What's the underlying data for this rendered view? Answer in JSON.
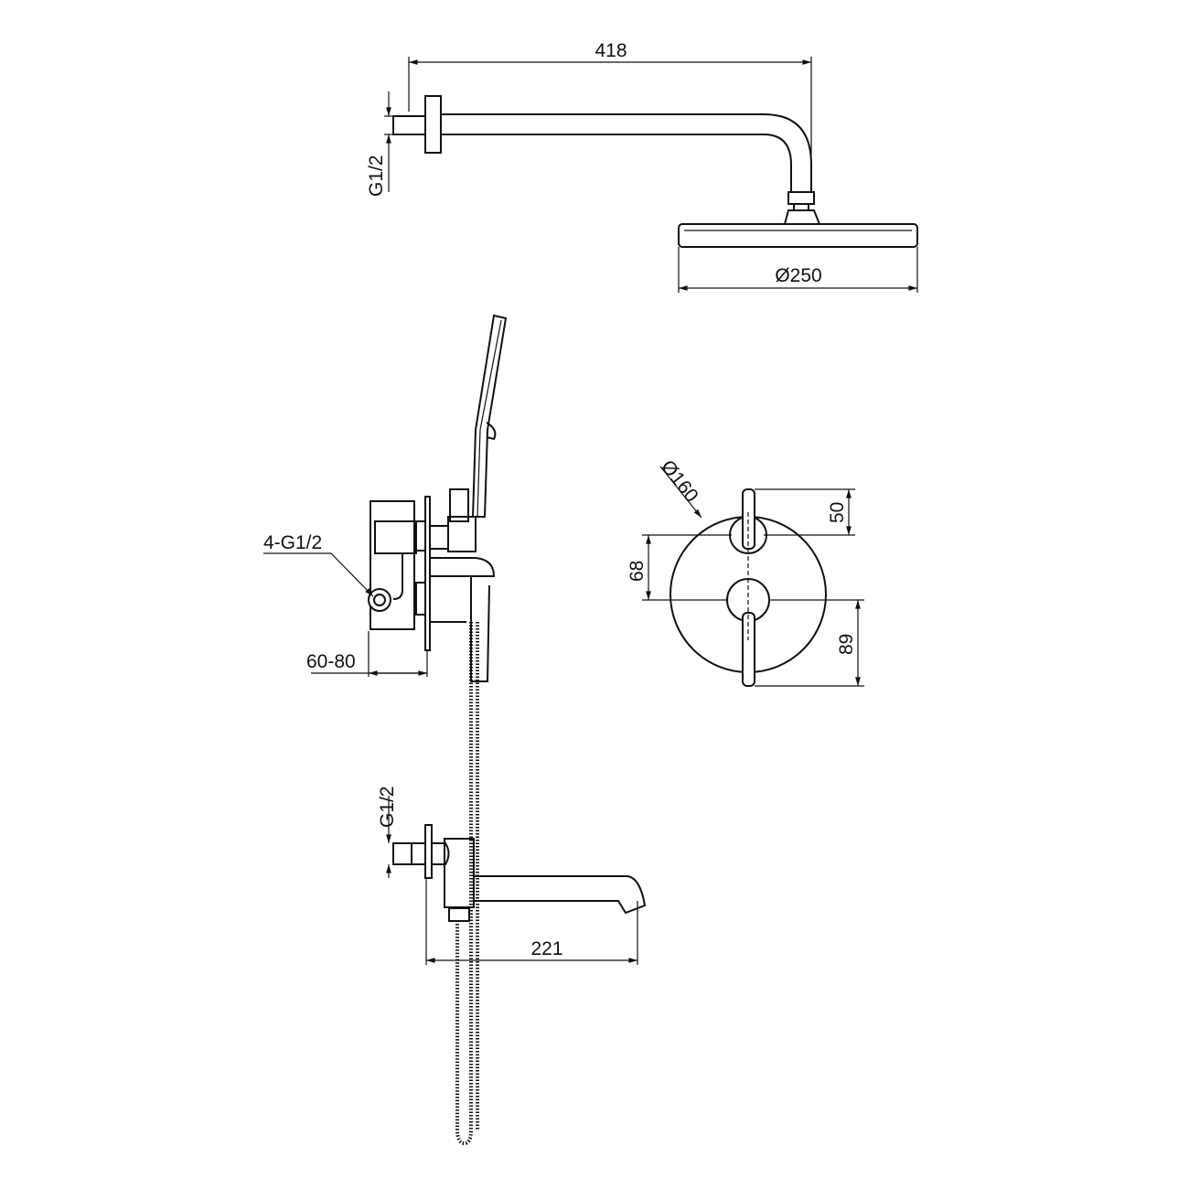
{
  "title": "Shower system dimension drawing",
  "dimensions": {
    "arm_length": "418",
    "head_diameter": "Ø250",
    "top_inlet": "G1/2",
    "mixer_inlets": "4-G1/2",
    "wall_depth": "60-80",
    "plate_diameter": "Ø160",
    "upper_offset": "50",
    "knob_spacing": "68",
    "lower_offset": "89",
    "spout_inlet": "G1/2",
    "spout_length": "221"
  }
}
